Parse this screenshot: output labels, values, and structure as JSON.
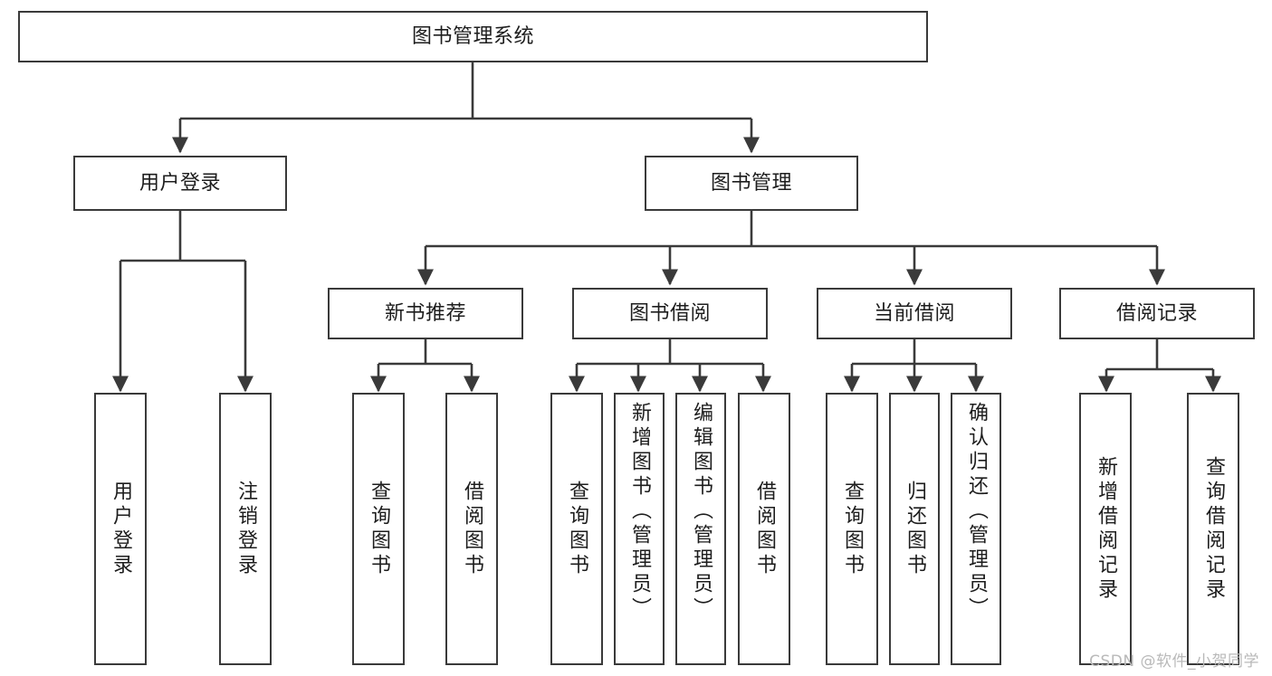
{
  "diagram": {
    "title": "图书管理系统",
    "type": "function-structure-tree",
    "watermark": "CSDN @软件_小贺同学",
    "colors": {
      "stroke": "#3a3a3a",
      "fill": "#ffffff",
      "text": "#1d1d1d",
      "watermark": "#b9b9b9"
    },
    "levels": {
      "root": {
        "label": "图书管理系统"
      },
      "level2": [
        {
          "id": "user-login",
          "label": "用户登录"
        },
        {
          "id": "book-management",
          "label": "图书管理"
        }
      ],
      "level3": [
        {
          "id": "new-book-recommend",
          "label": "新书推荐"
        },
        {
          "id": "book-borrow",
          "label": "图书借阅"
        },
        {
          "id": "current-borrow",
          "label": "当前借阅"
        },
        {
          "id": "borrow-record",
          "label": "借阅记录"
        }
      ],
      "leaves": {
        "user-login": [
          {
            "id": "leaf-user-login",
            "label": "用户登录"
          },
          {
            "id": "leaf-logout-login",
            "label": "注销登录"
          }
        ],
        "new-book-recommend": [
          {
            "id": "leaf-query-book-1",
            "label": "查询图书"
          },
          {
            "id": "leaf-borrow-book-1",
            "label": "借阅图书"
          }
        ],
        "book-borrow": [
          {
            "id": "leaf-query-book-2",
            "label": "查询图书"
          },
          {
            "id": "leaf-add-book",
            "label": "新增图书（管理员）"
          },
          {
            "id": "leaf-edit-book",
            "label": "编辑图书（管理员）"
          },
          {
            "id": "leaf-borrow-book-2",
            "label": "借阅图书"
          }
        ],
        "current-borrow": [
          {
            "id": "leaf-query-book-3",
            "label": "查询图书"
          },
          {
            "id": "leaf-return-book",
            "label": "归还图书"
          },
          {
            "id": "leaf-confirm-return",
            "label": "确认归还（管理员）"
          }
        ],
        "borrow-record": [
          {
            "id": "leaf-add-record",
            "label": "新增借阅记录"
          },
          {
            "id": "leaf-query-record",
            "label": "查询借阅记录"
          }
        ]
      }
    }
  }
}
